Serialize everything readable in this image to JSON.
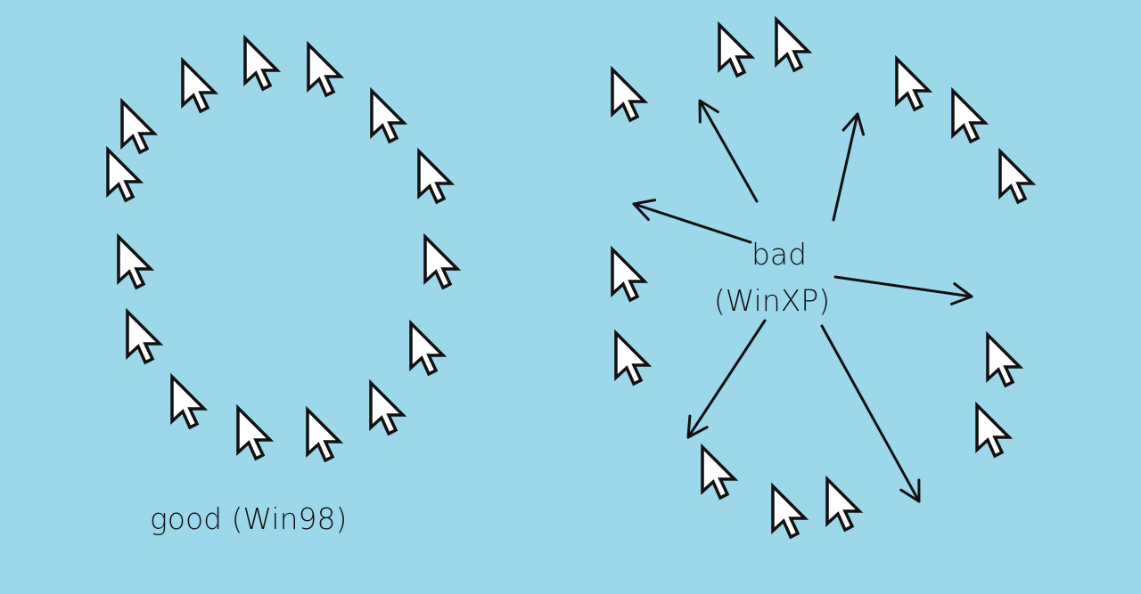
{
  "labels": {
    "good": "good (Win98)",
    "bad_line1": "bad",
    "bad_line2": "(WinXP)"
  },
  "icons": {
    "cursor": "mouse-pointer-arrow-icon",
    "arrow": "direction-arrow-icon"
  },
  "colors": {
    "background": "#9DD8EA",
    "cursor_fill": "#FFFFFF",
    "stroke": "#111111",
    "text": "#111111"
  }
}
